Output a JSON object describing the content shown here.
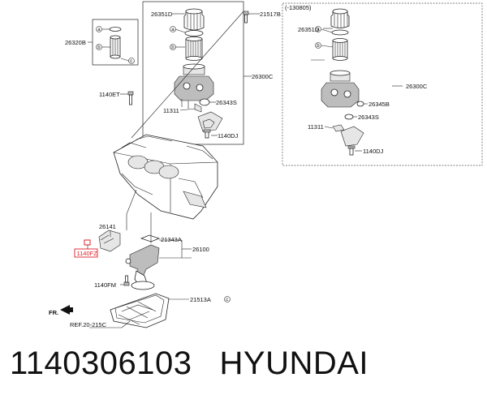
{
  "labels": {
    "p26351D": "26351D",
    "p21517B": "21517B",
    "p26320B": "26320B",
    "p26300C": "26300C",
    "p1140ET": "1140ET",
    "p26343S": "26343S",
    "p11311": "11311",
    "p1140DJ": "1140DJ",
    "p26141": "26141",
    "p21343A": "21343A",
    "p26100": "26100",
    "p1140FZ": "1140FZ",
    "p1140FM": "1140FM",
    "p21513A": "21513A",
    "ref": "REF.20-215C",
    "fr": "FR.",
    "inset_range": "(-130805)",
    "i26351D": "26351D",
    "i26300C": "26300C",
    "i26345B": "26345B",
    "i26343S": "26343S",
    "i11311": "11311",
    "i1140DJ": "1140DJ"
  },
  "callouts": {
    "a": "a",
    "b": "b",
    "c": "c"
  },
  "caption": {
    "part_number": "1140306103",
    "brand": "HYUNDAI"
  },
  "colors": {
    "highlight": "#e0202a",
    "line": "#222222"
  }
}
